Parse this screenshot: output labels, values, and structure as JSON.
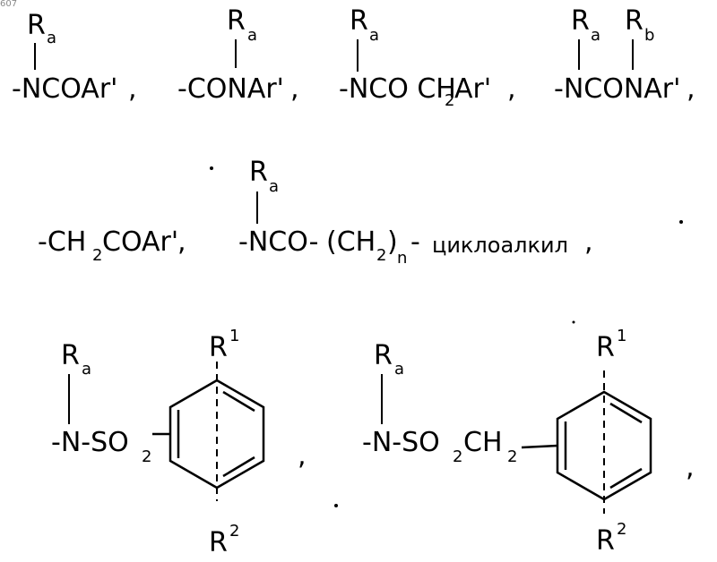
{
  "page_number": "607",
  "row1": {
    "f1": {
      "R": "R",
      "R_sub": "a",
      "group": "-NCOAr'",
      "sep": ","
    },
    "f2": {
      "R": "R",
      "R_sub": "a",
      "group": "-CONAr'",
      "sep": ","
    },
    "f3": {
      "R": "R",
      "R_sub": "a",
      "group_a": "-NCO CH",
      "sub2": "2",
      "group_b": "Ar'",
      "sep": ","
    },
    "f4": {
      "Ra": "R",
      "Ra_sub": "a",
      "Rb": "R",
      "Rb_sub": "b",
      "group": "-NCONAr'",
      "sep": ","
    }
  },
  "row2": {
    "f5": {
      "group_a": "-CH",
      "sub2": "2",
      "group_b": "COAr'",
      "sep": ","
    },
    "f6": {
      "R": "R",
      "R_sub": "a",
      "group_a": "-NCO-",
      "paren_open": "(CH",
      "sub2": "2",
      "paren_close": ")",
      "sub_n": "n",
      "dash": "-",
      "word": "циклоалкил",
      "sep": ","
    }
  },
  "row3": {
    "f7": {
      "R": "R",
      "R_sub": "a",
      "group_a": "-N-SO",
      "sub2": "2",
      "R1": "R",
      "R1_sup": "1",
      "R2": "R",
      "R2_sup": "2",
      "sep": ","
    },
    "f8": {
      "R": "R",
      "R_sub": "a",
      "group_a": "-N-SO",
      "sub2a": "2",
      "group_b": "CH",
      "sub2b": "2",
      "R1": "R",
      "R1_sup": "1",
      "R2": "R",
      "R2_sup": "2",
      "sep": ","
    }
  }
}
